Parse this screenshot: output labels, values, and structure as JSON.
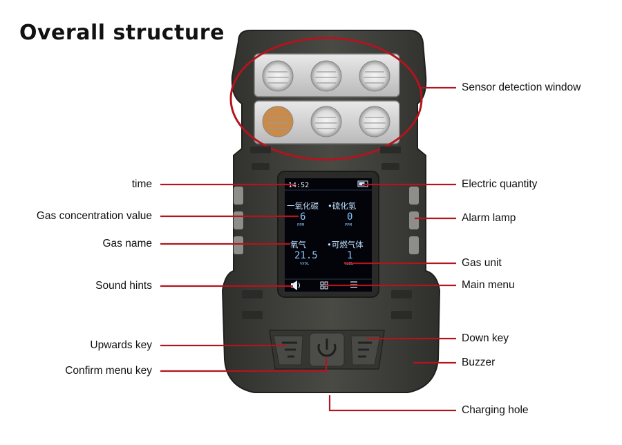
{
  "title": "Overall structure",
  "screen": {
    "time": "14:52",
    "gas1_name": "一氧化碳",
    "gas1_value": "6",
    "gas1_unit": "PPM",
    "gas2_name": "•硫化氢",
    "gas2_value": "0",
    "gas2_unit": "PPM",
    "gas3_name": "氧气",
    "gas3_value": "21.5",
    "gas3_unit": "%VOL",
    "gas4_name": "•可燃气体",
    "gas4_value": "1",
    "gas4_unit": "%LEL"
  },
  "labels": {
    "sensor_window": "Sensor detection window",
    "time": "time",
    "electric_quantity": "Electric quantity",
    "gas_concentration": "Gas concentration value",
    "alarm_lamp": "Alarm lamp",
    "gas_name": "Gas name",
    "gas_unit": "Gas unit",
    "sound_hints": "Sound hints",
    "main_menu": "Main menu",
    "upwards_key": "Upwards key",
    "down_key": "Down key",
    "confirm_menu_key": "Confirm menu key",
    "buzzer": "Buzzer",
    "charging_hole": "Charging hole"
  },
  "colors": {
    "leader": "#b3141d",
    "body": "#3f3f3b",
    "body_dark": "#2c2c2a",
    "screen": "#02040a",
    "screen_text": "#bfe0ff",
    "screen_value": "#8fc8ff"
  }
}
